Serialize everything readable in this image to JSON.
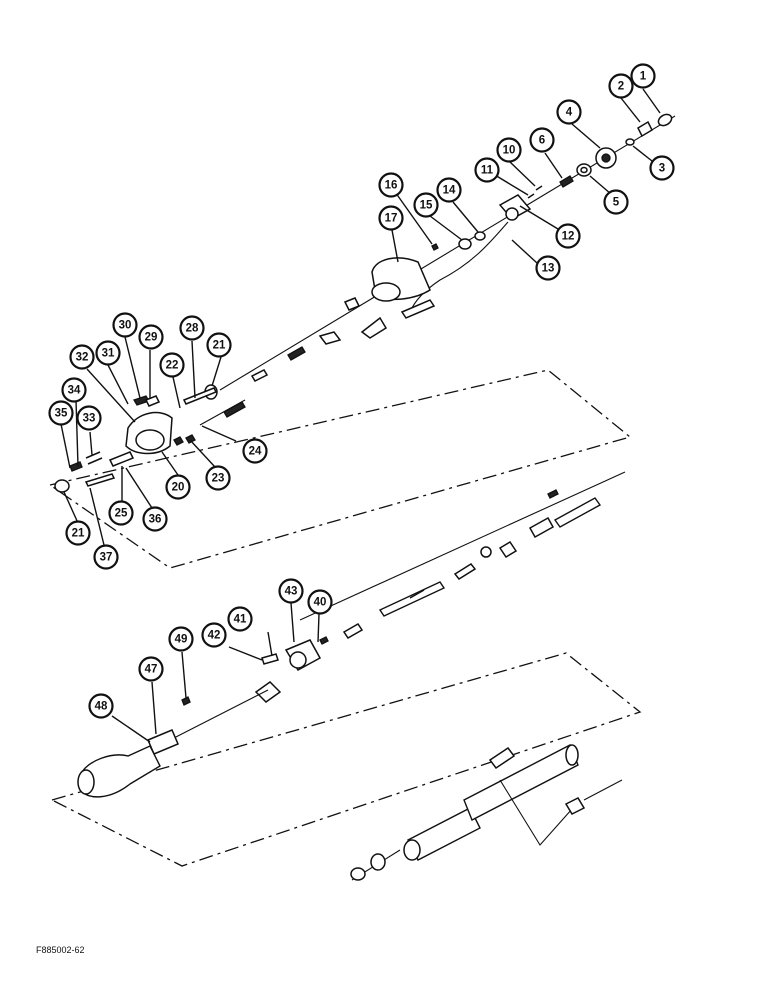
{
  "figure_code": "F885002-62",
  "callouts": [
    "1",
    "2",
    "3",
    "4",
    "5",
    "6",
    "10",
    "11",
    "12",
    "13",
    "14",
    "15",
    "16",
    "17",
    "20",
    "21",
    "21",
    "22",
    "23",
    "24",
    "25",
    "28",
    "29",
    "30",
    "31",
    "32",
    "33",
    "34",
    "35",
    "36",
    "37",
    "40",
    "41",
    "42",
    "43",
    "47",
    "48",
    "49"
  ]
}
